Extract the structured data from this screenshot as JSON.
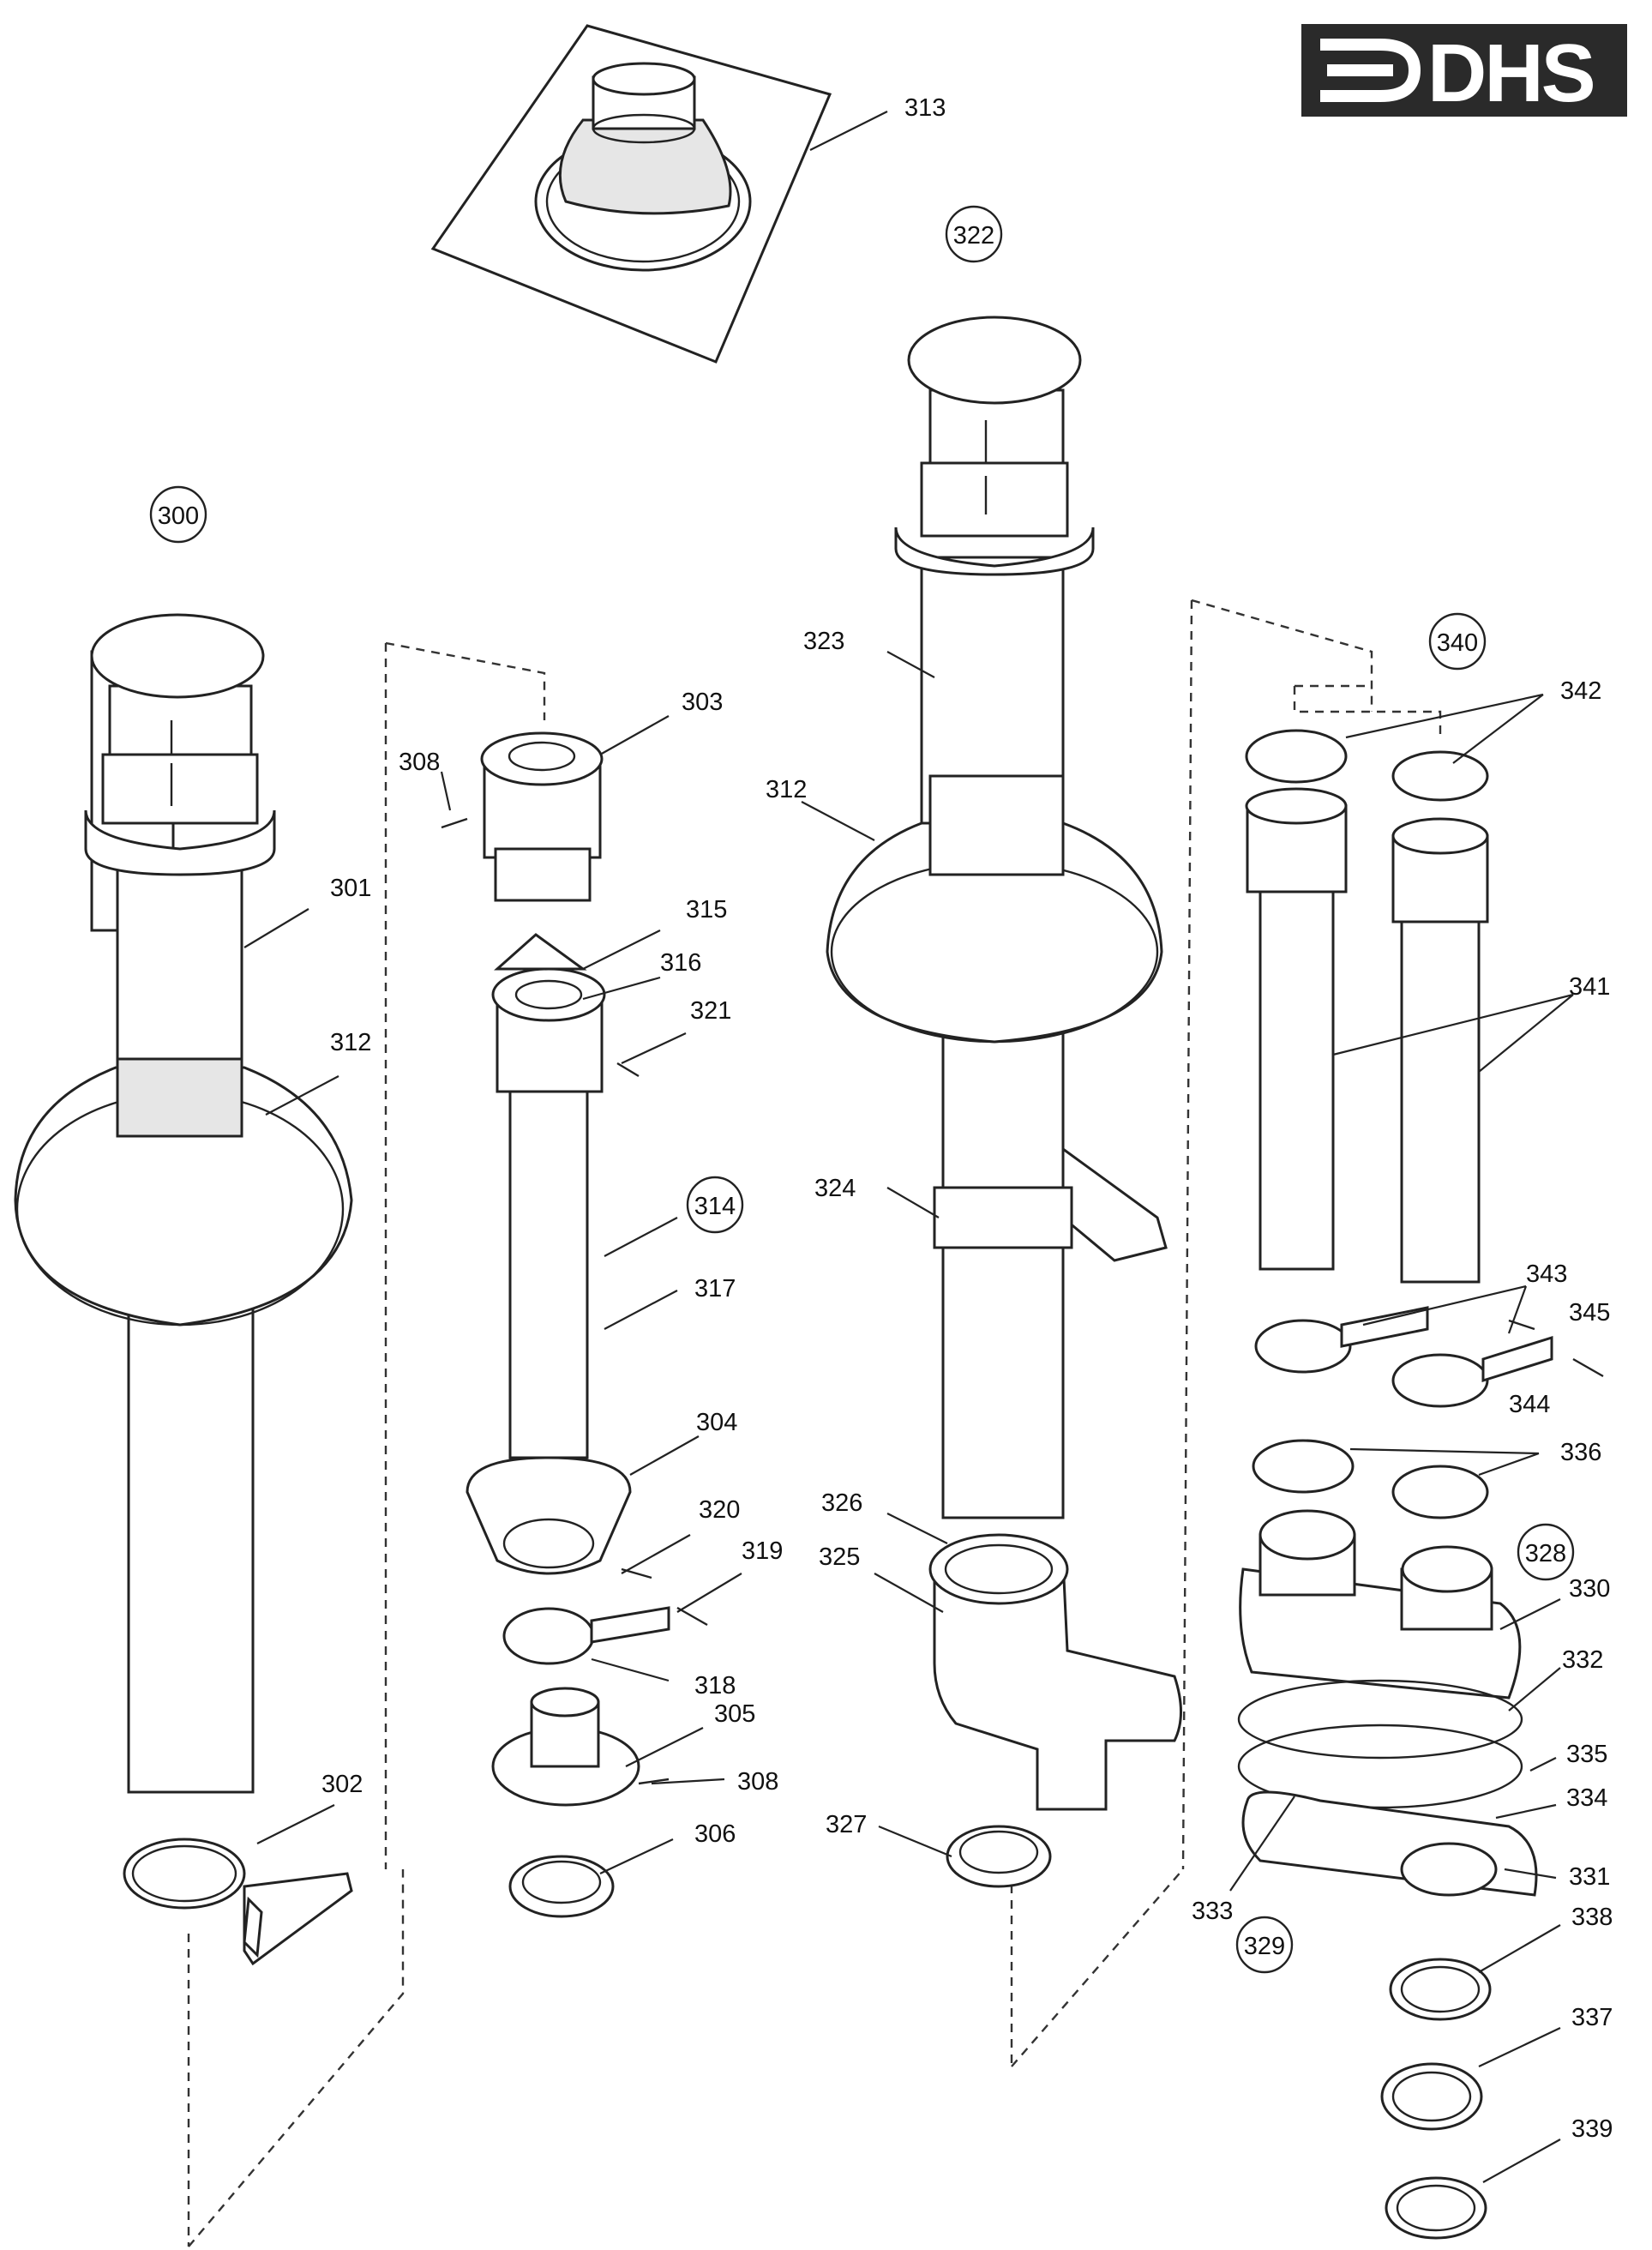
{
  "logo": {
    "text": "DHS",
    "background_color": "#2a2a2a",
    "mark_icon": "dhs-logo-mark-icon"
  },
  "callouts": {
    "c300": "300",
    "c301": "301",
    "c302": "302",
    "c303": "303",
    "c304": "304",
    "c305": "305",
    "c306": "306",
    "c308a": "308",
    "c308b": "308",
    "c312a": "312",
    "c312b": "312",
    "c313": "313",
    "c314": "314",
    "c315": "315",
    "c316": "316",
    "c317": "317",
    "c318": "318",
    "c319": "319",
    "c320": "320",
    "c321": "321",
    "c322": "322",
    "c323": "323",
    "c324": "324",
    "c325": "325",
    "c326": "326",
    "c327": "327",
    "c328": "328",
    "c329": "329",
    "c330": "330",
    "c331": "331",
    "c332": "332",
    "c333": "333",
    "c334": "334",
    "c335": "335",
    "c336": "336",
    "c337": "337",
    "c338": "338",
    "c339": "339",
    "c340": "340",
    "c341": "341",
    "c342": "342",
    "c343": "343",
    "c344": "344",
    "c345": "345"
  }
}
